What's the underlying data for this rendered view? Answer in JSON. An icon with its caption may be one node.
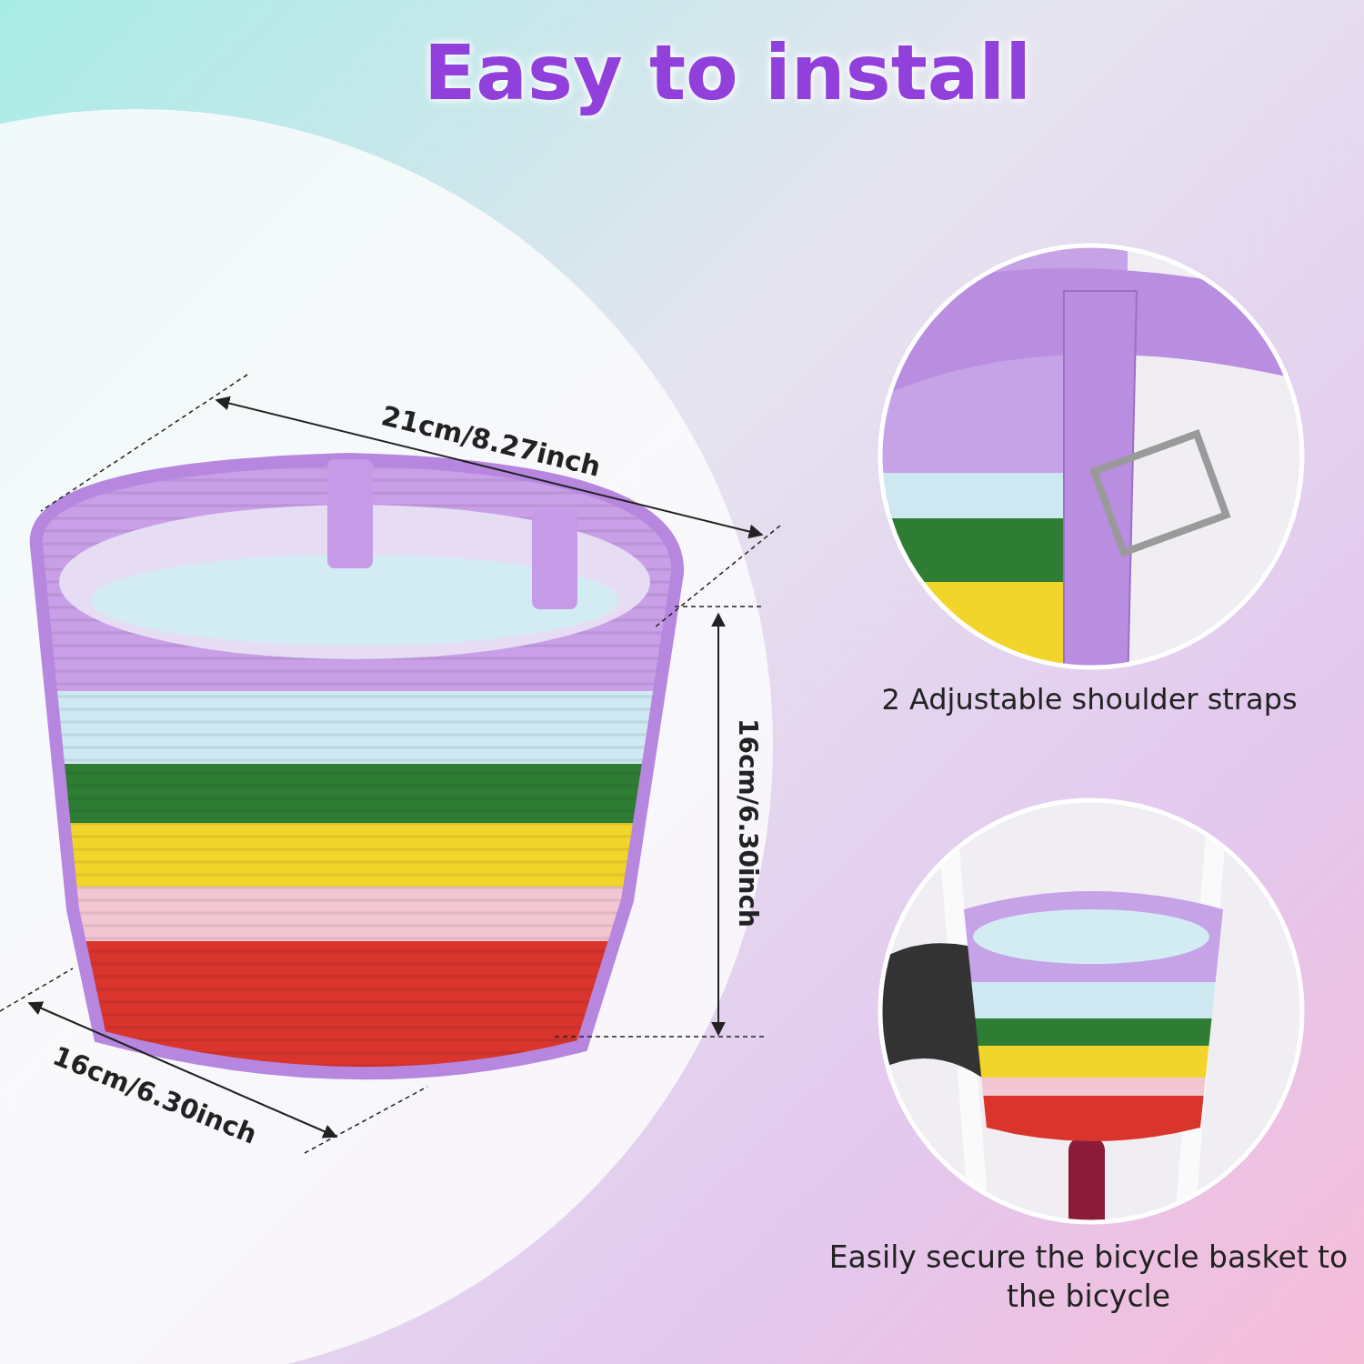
{
  "diagram": {
    "title": "Easy to install",
    "labels": [
      "21cm/8.27inch",
      "2 Adjustable shoulder straps",
      "16cm/6.30inch",
      "16cm/6.30inch",
      "Easily secure the bicycle basket to the bicycle"
    ]
  }
}
